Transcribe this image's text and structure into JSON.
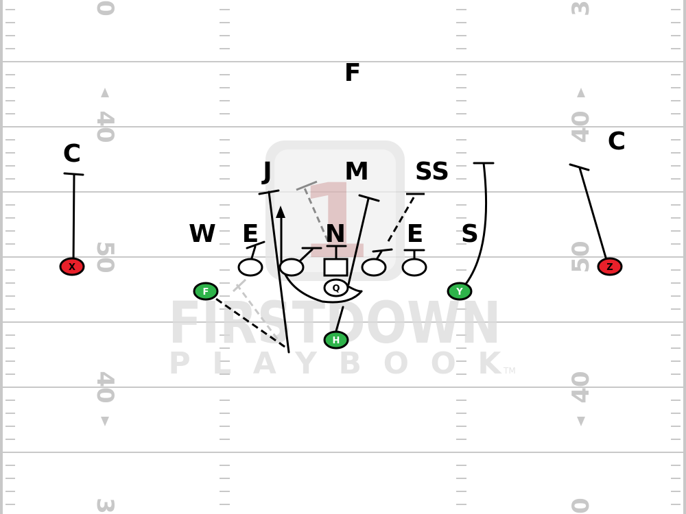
{
  "field": {
    "yard_numbers_left": [
      "0",
      "40",
      "50",
      "40",
      "3"
    ],
    "yard_numbers_right": [
      "3",
      "40",
      "50",
      "40",
      "0"
    ]
  },
  "watermark": {
    "brand_top": "FIRSTDOWN",
    "brand_bottom": "PLAYBOOK",
    "trademark": "TM",
    "logo_digit": "1"
  },
  "defense": {
    "free_safety": "F",
    "corner_left": "C",
    "corner_right": "C",
    "jack": "J",
    "mike": "M",
    "strong_safety": "SS",
    "will": "W",
    "end_left": "E",
    "nose": "N",
    "end_right": "E",
    "sam": "S"
  },
  "offense": {
    "receiver_x": "X",
    "receiver_z": "Z",
    "fullback": "F",
    "tight_end": "Y",
    "quarterback": "Q",
    "halfback": "H",
    "colors": {
      "receiver": "#e8202a",
      "back": "#2eb34a",
      "outline": "#000000"
    }
  }
}
